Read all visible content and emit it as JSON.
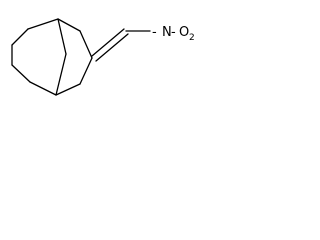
{
  "molecule": {
    "atom_labels": {
      "nitrogen": "N",
      "oxygen": "O",
      "oxygen_count": "2"
    },
    "bond_separator": "-",
    "colors": {
      "bond": "#000000",
      "background": "#ffffff"
    }
  }
}
